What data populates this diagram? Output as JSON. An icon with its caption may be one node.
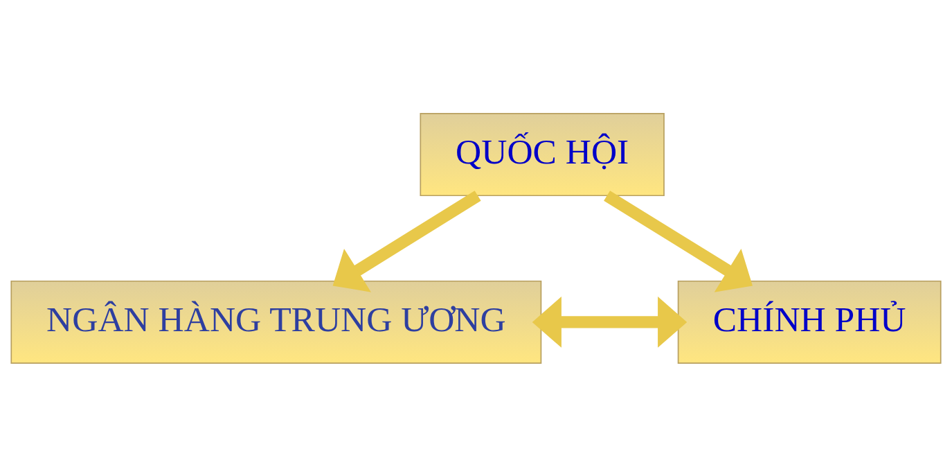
{
  "diagram": {
    "nodes": [
      {
        "text": [
          "QUỐC HỘI"
        ]
      },
      {
        "text": [
          "NGÂN HÀNG TRUNG ƯƠNG"
        ]
      },
      {
        "text": [
          "CHÍNH PHỦ"
        ]
      }
    ],
    "edges": [
      {
        "from": 0,
        "to": 1,
        "arrow": "to"
      },
      {
        "from": 0,
        "to": 2,
        "arrow": "to"
      },
      {
        "from": 1,
        "to": 2,
        "arrow": "both"
      }
    ]
  }
}
